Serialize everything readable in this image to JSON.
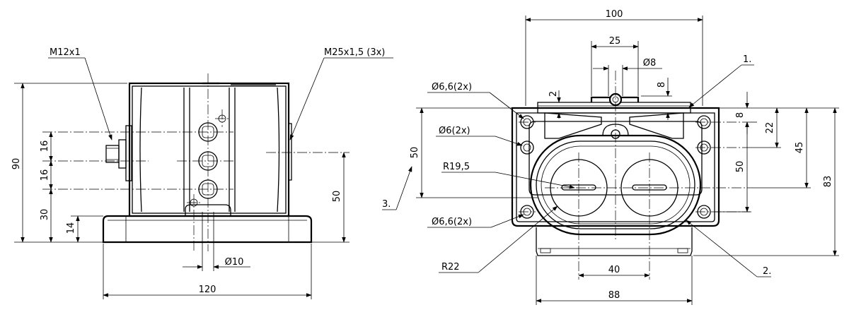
{
  "left_view": {
    "thread_m12": "M12x1",
    "thread_m25": "M25x1,5 (3x)",
    "dim_90": "90",
    "dim_16a": "16",
    "dim_16b": "16",
    "dim_30": "30",
    "dim_14": "14",
    "dim_50": "50",
    "dim_phi10": "Ø10",
    "dim_120": "120"
  },
  "right_view": {
    "dim_100": "100",
    "dim_25": "25",
    "dim_phi8": "Ø8",
    "dim_8_top": "8",
    "dim_2": "2",
    "callout_1": "1.",
    "hole_66_top": "Ø6,6(2x)",
    "hole_6": "Ø6(2x)",
    "radius_195": "R19,5",
    "hole_66_bottom": "Ø6,6(2x)",
    "radius_22": "R22",
    "callout_3": "3.",
    "callout_2": "2.",
    "dim_50_left": "50",
    "dim_8_right": "8",
    "dim_22": "22",
    "dim_45": "45",
    "dim_50_right": "50",
    "dim_83": "83",
    "dim_40": "40",
    "dim_88": "88"
  }
}
